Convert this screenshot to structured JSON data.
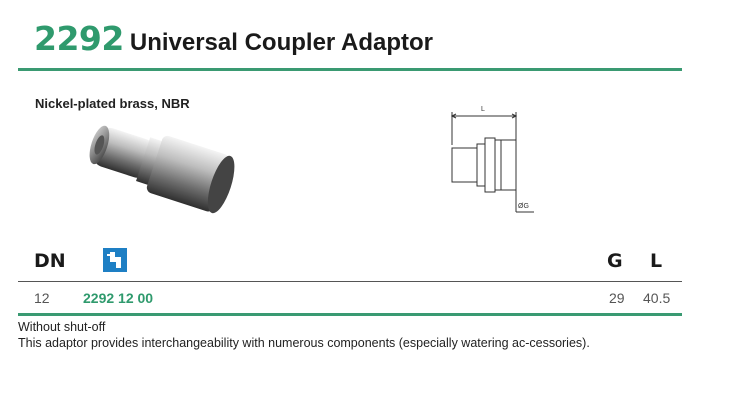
{
  "title": {
    "number": "2292",
    "name": "Universal Coupler Adaptor"
  },
  "material": "Nickel-plated brass, NBR",
  "drawing": {
    "dim_length": "L",
    "dim_thread": "ØG"
  },
  "table": {
    "headers": {
      "dn": "DN",
      "g": "G",
      "l": "L"
    },
    "rows": [
      {
        "dn": "12",
        "article": "2292 12 00",
        "g": "29",
        "l": "40.5"
      }
    ]
  },
  "notes": {
    "line1": "Without shut-off",
    "line2": "This adaptor provides interchangeability with numerous components (especially watering ac-cessories)."
  },
  "colors": {
    "accent": "#2f9a6d",
    "rule": "#3a9a72",
    "icon": "#1e7fc4"
  },
  "icons": [
    "product-photo",
    "dimension-drawing",
    "watering-icon"
  ]
}
